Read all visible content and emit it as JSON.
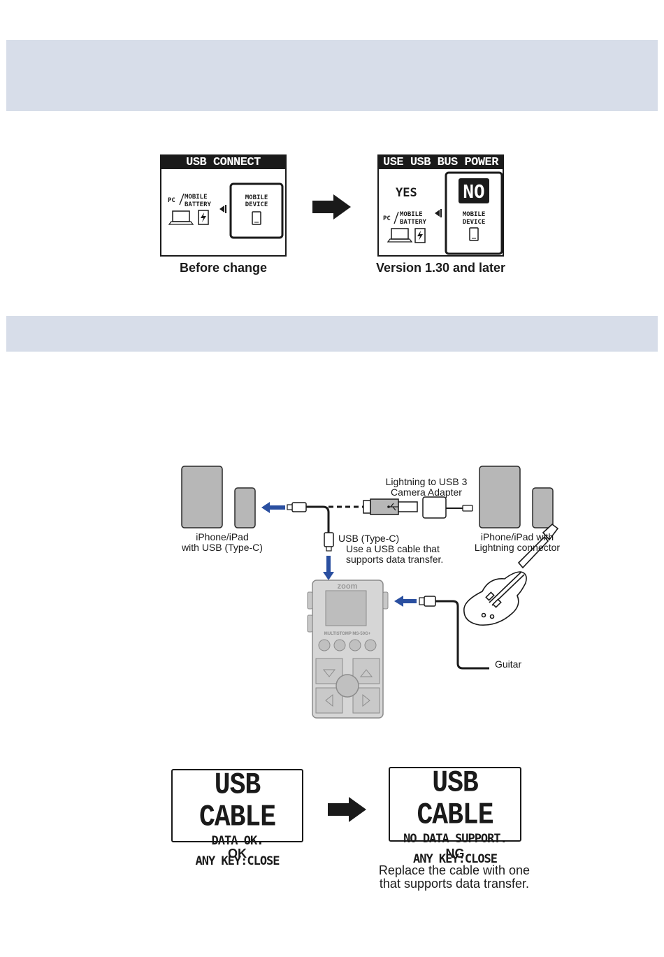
{
  "top_diagram": {
    "before": {
      "title": "USB  CONNECT",
      "pc_label": "PC",
      "mobile_battery_label": "MOBILE\nBATTERY",
      "mobile_device_label": "MOBILE\nDEVICE",
      "caption": "Before change"
    },
    "after": {
      "title": "USE USB BUS POWER",
      "yes_label": "YES",
      "no_label": "NO",
      "pc_label": "PC",
      "mobile_battery_label": "MOBILE\nBATTERY",
      "mobile_device_label": "MOBILE\nDEVICE",
      "caption": "Version 1.30 and later"
    }
  },
  "connection_diagram": {
    "left_device_label_1": "iPhone/iPad",
    "left_device_label_2": "with USB (Type-C)",
    "adapter_label_1": "Lightning to USB 3",
    "adapter_label_2": "Camera Adapter",
    "right_device_label_1": "iPhone/iPad with",
    "right_device_label_2": "Lightning connector",
    "usb_label": "USB (Type-C)",
    "cable_note_1": "Use a USB cable that",
    "cable_note_2": "supports data transfer.",
    "guitar_label": "Guitar",
    "pedal_brand": "zoom",
    "pedal_model": "MULTISTOMP MS-50G+"
  },
  "cable_check": {
    "ok_screen": {
      "line1": "USB  CABLE",
      "line2": "DATA OK.",
      "line3": "ANY KEY:CLOSE"
    },
    "ng_screen": {
      "line1": "USB  CABLE",
      "line2": "NO DATA SUPPORT.",
      "line3": "ANY KEY:CLOSE"
    },
    "ok_caption": "OK",
    "ng_caption": "NG",
    "ng_note_1": "Replace the cable with one",
    "ng_note_2": "that supports data transfer."
  },
  "colors": {
    "band": "#d7dde9",
    "arrow_blue": "#2a4fa0",
    "ink": "#1a1a1a"
  }
}
